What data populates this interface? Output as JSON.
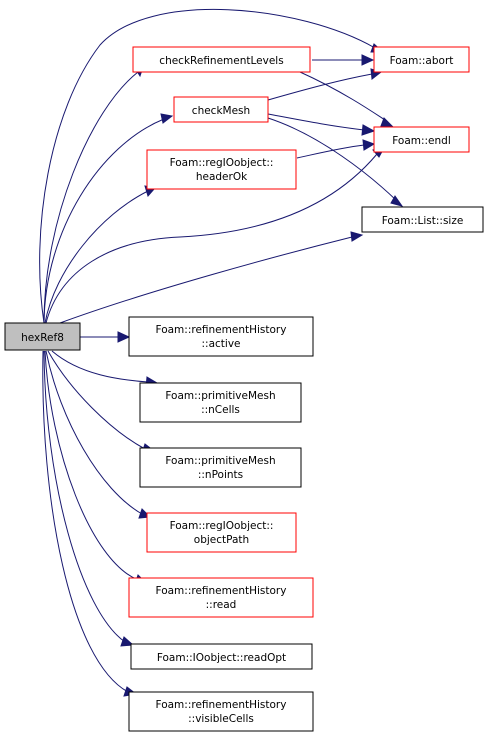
{
  "colors": {
    "edge": "#191970",
    "border_normal": "#000000",
    "border_undocumented": "#ff0000",
    "root_fill": "#bfbfbf",
    "node_fill": "#ffffff"
  },
  "nodes": {
    "hexref8": {
      "lines": [
        "hexRef8"
      ]
    },
    "check_refinement_levels": {
      "lines": [
        "checkRefinementLevels"
      ]
    },
    "foam_abort": {
      "lines": [
        "Foam::abort"
      ]
    },
    "check_mesh": {
      "lines": [
        "checkMesh"
      ]
    },
    "foam_endl": {
      "lines": [
        "Foam::endl"
      ]
    },
    "regio_header_ok": {
      "lines": [
        "Foam::regIOobject::",
        "headerOk"
      ]
    },
    "list_size": {
      "lines": [
        "Foam::List::size"
      ]
    },
    "refhist_active": {
      "lines": [
        "Foam::refinementHistory",
        "::active"
      ]
    },
    "primmesh_ncells": {
      "lines": [
        "Foam::primitiveMesh",
        "::nCells"
      ]
    },
    "primmesh_npoints": {
      "lines": [
        "Foam::primitiveMesh",
        "::nPoints"
      ]
    },
    "regio_object_path": {
      "lines": [
        "Foam::regIOobject::",
        "objectPath"
      ]
    },
    "refhist_read": {
      "lines": [
        "Foam::refinementHistory",
        "::read"
      ]
    },
    "ioobject_readopt": {
      "lines": [
        "Foam::IOobject::readOpt"
      ]
    },
    "refhist_visible_cells": {
      "lines": [
        "Foam::refinementHistory",
        "::visibleCells"
      ]
    }
  }
}
